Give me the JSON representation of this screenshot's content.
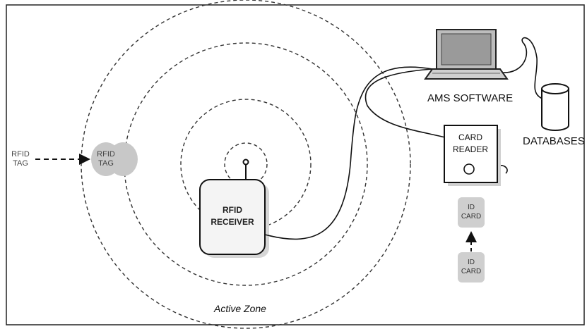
{
  "labels": {
    "active_zone": "Active Zone",
    "receiver": [
      "RFID",
      "RECEIVER"
    ],
    "tag_outside": [
      "RFID",
      "TAG"
    ],
    "tag_inside": [
      "RFID",
      "TAG"
    ],
    "ams_software": "AMS SOFTWARE",
    "databases": "DATABASES",
    "card_reader": [
      "CARD",
      "READER"
    ],
    "id_card_upper": [
      "ID",
      "CARD"
    ],
    "id_card_lower": [
      "ID",
      "CARD"
    ]
  },
  "colors": {
    "border": "#222222",
    "line": "#111111",
    "tag_fill": "#c8c8c8",
    "card_fill": "#cfcfcf",
    "screen_fill": "#bdbdbd"
  }
}
